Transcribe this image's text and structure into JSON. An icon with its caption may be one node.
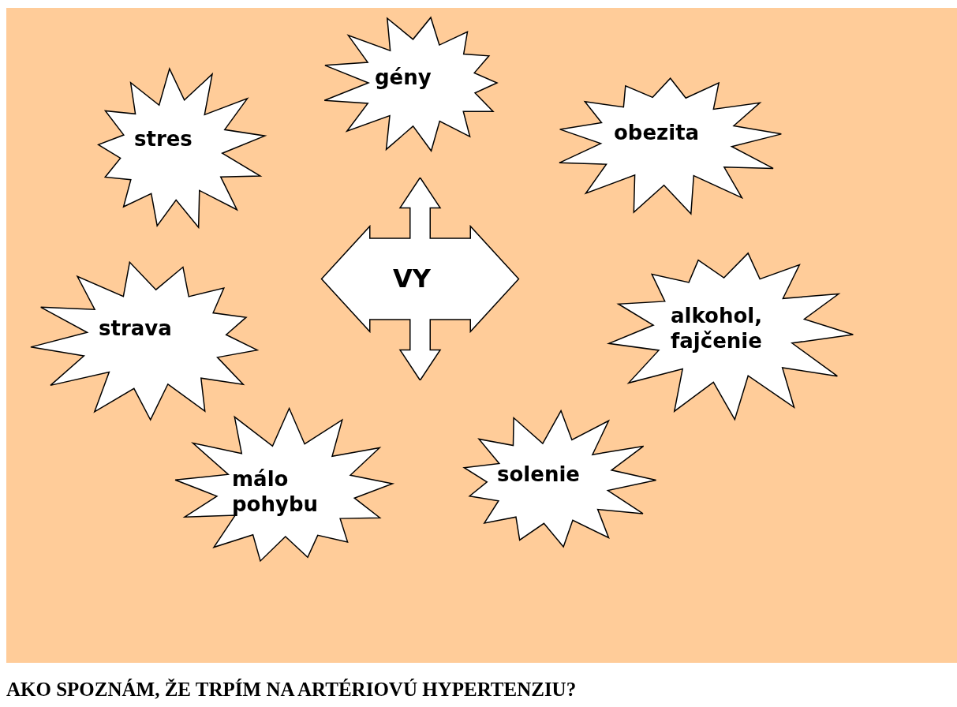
{
  "diagram": {
    "nodes": [
      {
        "text": [
          "gény"
        ]
      },
      {
        "text": [
          "obezita"
        ]
      },
      {
        "text": [
          "stres"
        ]
      },
      {
        "text": [
          "VY"
        ]
      },
      {
        "text": [
          "strava"
        ]
      },
      {
        "text": [
          "alkohol, fajčenie"
        ]
      },
      {
        "text": [
          "solenie"
        ]
      },
      {
        "text": [
          "málo pohybu"
        ]
      }
    ],
    "edges": [],
    "labels": [
      "AKO SPOZNÁM, ŽE TRPÍM NA ARTÉRIOVÚ HYPERTENZIU?"
    ]
  }
}
